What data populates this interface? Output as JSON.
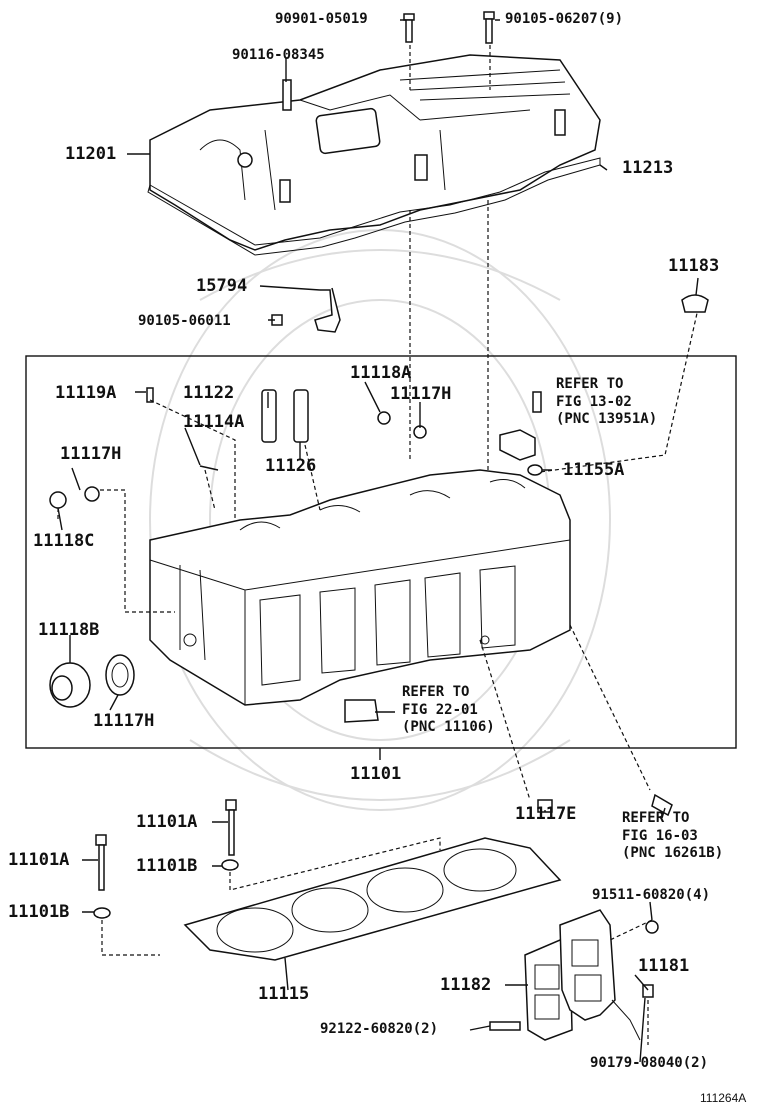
{
  "labels": {
    "p90901_05019": "90901-05019",
    "p90105_06207": "90105-06207(9)",
    "p90116_08345": "90116-08345",
    "p11201": "11201",
    "p11213": "11213",
    "p15794": "15794",
    "p11183": "11183",
    "p90105_06011": "90105-06011",
    "p11119A": "11119A",
    "p11122": "11122",
    "p11118A": "11118A",
    "p11117H_a": "11117H",
    "p11114A": "11114A",
    "p11126": "11126",
    "p11155A": "11155A",
    "p11117H_b": "11117H",
    "p11118C": "11118C",
    "p11118B": "11118B",
    "p11117H_c": "11117H",
    "p11101": "11101",
    "p11117E": "11117E",
    "p11101A_a": "11101A",
    "p11101A_b": "11101A",
    "p11101B_a": "11101B",
    "p11101B_b": "11101B",
    "p91511_60820": "91511-60820(4)",
    "p11181": "11181",
    "p11182": "11182",
    "p11115": "11115",
    "p92122_60820": "92122-60820(2)",
    "p90179_08040": "90179-08040(2)",
    "diagram_code": "111264A"
  },
  "refs": {
    "fig13": {
      "l1": "REFER TO",
      "l2": "FIG 13-02",
      "l3": "(PNC 13951A)"
    },
    "fig22": {
      "l1": "REFER TO",
      "l2": "FIG 22-01",
      "l3": "(PNC 11106)"
    },
    "fig16": {
      "l1": "REFER TO",
      "l2": "FIG 16-03",
      "l3": "(PNC 16261B)"
    }
  }
}
